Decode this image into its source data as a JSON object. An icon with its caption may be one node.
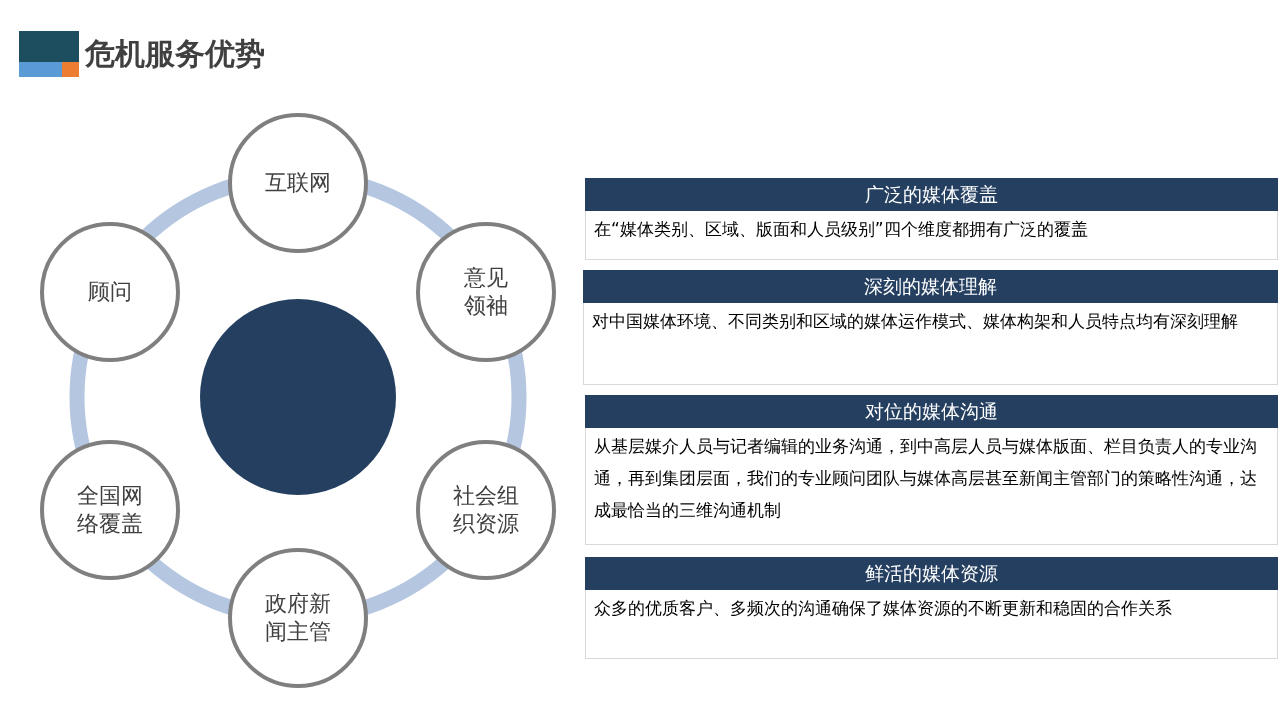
{
  "diagram": {
    "title": "危机服务优势",
    "nodes": [
      {
        "text": [
          "互联网"
        ]
      },
      {
        "text": [
          "意见领袖"
        ]
      },
      {
        "text": [
          "社会组织资源"
        ]
      },
      {
        "text": [
          "政府新闻主管"
        ]
      },
      {
        "text": [
          "全国网络覆盖"
        ]
      },
      {
        "text": [
          "顾问"
        ]
      },
      {
        "text": [],
        "shape": "circle"
      },
      {
        "text": [
          "广泛的媒体覆盖",
          "在“媒体类别、区域、版面和人员级别”四个维度都拥有广泛的覆盖"
        ]
      },
      {
        "text": [
          "深刻的媒体理解",
          "对中国媒体环境、不同类别和区域的媒体运作模式、媒体构架和人员特点均有深刻理解"
        ]
      },
      {
        "text": [
          "对位的媒体沟通",
          "从基层媒介人员与记者编辑的业务沟通，到中高层人员与媒体版面、栏目负责人的专业沟通，再到集团层面，我们的专业顾问团队与媒体高层甚至新闻主管部门的策略性沟通，达成最恰当的三维沟通机制"
        ]
      },
      {
        "text": [
          "鲜活的媒体资源",
          "众多的优质客户、多频次的沟通确保了媒体资源的不断更新和稳固的合作关系"
        ]
      }
    ],
    "edges": []
  }
}
